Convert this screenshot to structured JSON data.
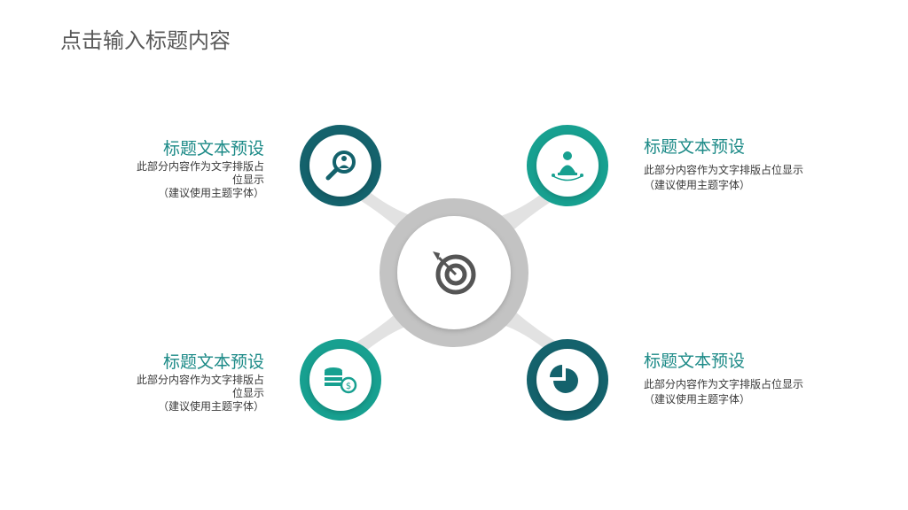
{
  "title": "点击输入标题内容",
  "colors": {
    "accent_dark": "#14626c",
    "accent_teal": "#17a090",
    "ring_gray": "#c3c3c3",
    "connector_gray": "#e2e2e2",
    "text_teal": "#1c8a87",
    "body_text": "#3a3a3a"
  },
  "center": {
    "icon": "target-arrow-icon"
  },
  "items": [
    {
      "position": "top-left",
      "heading": "标题文本预设",
      "desc_line1": "此部分内容作为文字排版占",
      "desc_line2": "位显示",
      "desc_line3": "（建议使用主题字体）",
      "icon": "magnifier-person-icon",
      "ring_color": "#14626c"
    },
    {
      "position": "top-right",
      "heading": "标题文本预设",
      "desc_line1": "此部分内容作为文字排版占位显示",
      "desc_line2": "（建议使用主题字体）",
      "icon": "person-options-icon",
      "ring_color": "#17a090"
    },
    {
      "position": "bottom-left",
      "heading": "标题文本预设",
      "desc_line1": "此部分内容作为文字排版占",
      "desc_line2": "位显示",
      "desc_line3": "（建议使用主题字体）",
      "icon": "coins-dollar-icon",
      "ring_color": "#17a090"
    },
    {
      "position": "bottom-right",
      "heading": "标题文本预设",
      "desc_line1": "此部分内容作为文字排版占位显示",
      "desc_line2": "（建议使用主题字体）",
      "icon": "pie-chart-icon",
      "ring_color": "#14626c"
    }
  ]
}
